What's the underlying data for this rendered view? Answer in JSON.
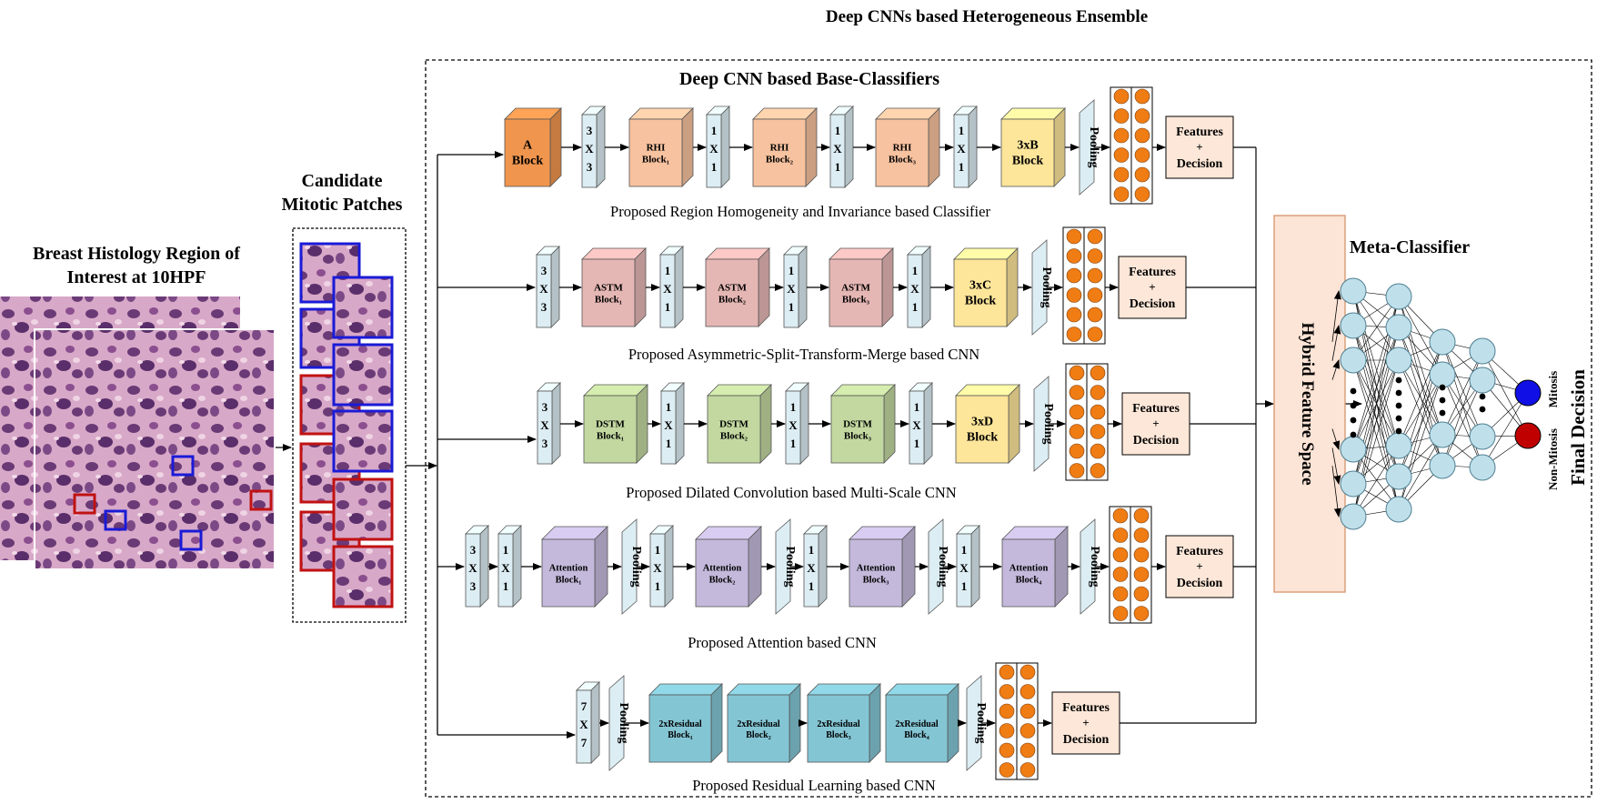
{
  "title": "Deep CNNs based Heterogeneous Ensemble",
  "base_title": "Deep CNN based Base-Classifiers",
  "roi": {
    "title_line1": "Breast Histology Region of",
    "title_line2": "Interest  at 10HPF"
  },
  "patches": {
    "title_line1": "Candidate",
    "title_line2": "Mitotic Patches"
  },
  "labels": {
    "features": "Features",
    "plus": "+",
    "decision": "Decision",
    "pooling": "Pooling",
    "hybrid": "Hybrid Feature Space",
    "meta": "Meta-Classifier",
    "mitosis": "Mitosis",
    "non_mitosis": "Non-Mitosis",
    "final": "Final Decision"
  },
  "rows": [
    {
      "caption": "Proposed Region Homogeneity and Invariance based Classifier"
    },
    {
      "caption": "Proposed Asymmetric-Split-Transform-Merge based CNN"
    },
    {
      "caption": "Proposed Dilated Convolution based Multi-Scale CNN"
    },
    {
      "caption": "Proposed Attention based CNN"
    },
    {
      "caption": "Proposed Residual Learning based CNN"
    }
  ],
  "colors": {
    "a_block": "#f0954e",
    "rhi": "#f7c29f",
    "astm": "#e5b7b4",
    "dstm": "#c2d8a0",
    "attention": "#c4b9db",
    "residual": "#84c5d4",
    "conv": "#dcedf3",
    "b_block": "#fde59a",
    "neuron": "#f07c14",
    "fd_box": "#fde7d8",
    "hybrid": "#fce4d6",
    "meta_node": "#bfe0ea",
    "mitosis": "#1010e6",
    "non_mitosis": "#c00000",
    "patch_blue": "#1a1ad6",
    "patch_red": "#c01212"
  }
}
